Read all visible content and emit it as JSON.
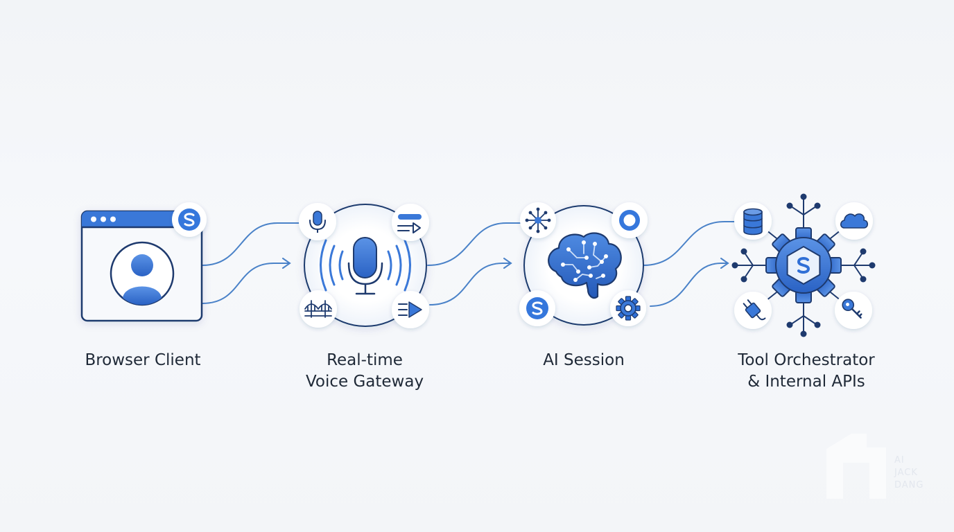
{
  "nodes": [
    {
      "id": "browser",
      "label": "Browser Client"
    },
    {
      "id": "gateway",
      "label": "Real-time\nVoice Gateway"
    },
    {
      "id": "session",
      "label": "AI Session"
    },
    {
      "id": "tools",
      "label": "Tool Orchestrator\n& Internal APIs"
    }
  ],
  "watermark": {
    "lines": [
      "AI",
      "JACK",
      "DANG"
    ]
  },
  "colors": {
    "primary": "#2f6fd6",
    "dark": "#1e3a6e",
    "line": "#4a82c8",
    "light_fill": "#eef4fc",
    "panel_bg": "#f4f6f9"
  },
  "icons": {
    "browser": [
      "browser-window-icon",
      "user-avatar-icon",
      "brand-s-icon"
    ],
    "gateway": [
      "microphone-icon",
      "sound-waves-icon",
      "text-to-speech-icon",
      "bridge-icon",
      "stream-arrow-icon"
    ],
    "session": [
      "brain-circuit-icon",
      "network-node-icon",
      "circle-status-icon",
      "brand-s-icon",
      "gear-icon"
    ],
    "tools": [
      "gear-hub-icon",
      "database-icon",
      "cloud-icon",
      "plugin-icon",
      "key-icon"
    ]
  }
}
